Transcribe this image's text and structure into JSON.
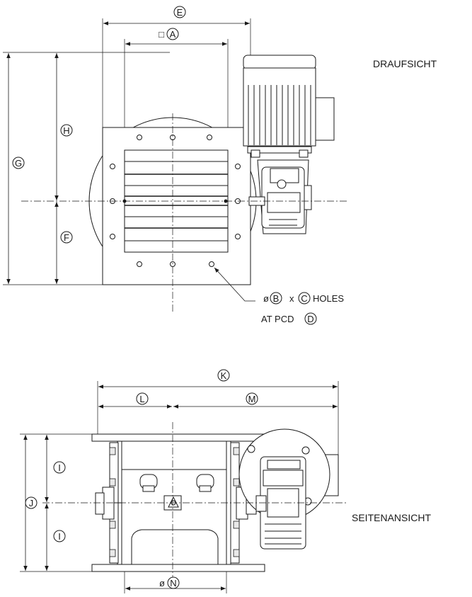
{
  "views": {
    "top_view_label": "DRAUFSICHT",
    "side_view_label": "SEITENANSICHT"
  },
  "dimensions": {
    "A": "A",
    "B": "B",
    "C": "C",
    "D": "D",
    "E": "E",
    "F": "F",
    "G": "G",
    "H": "H",
    "I_upper": "I",
    "I_lower": "I",
    "J": "J",
    "K": "K",
    "L": "L",
    "M": "M",
    "N": "N"
  },
  "symbols": {
    "square": "□",
    "diameter": "ø",
    "times": "x"
  },
  "notes": {
    "holes": "HOLES",
    "pcd": "AT PCD"
  }
}
